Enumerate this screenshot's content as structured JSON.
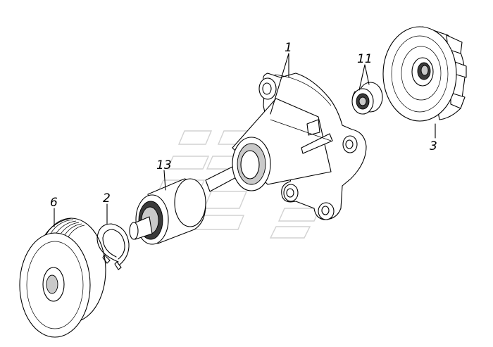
{
  "diagram": {
    "parts": [
      {
        "number": "1",
        "name": "pump-housing"
      },
      {
        "number": "11",
        "name": "seal"
      },
      {
        "number": "3",
        "name": "impeller"
      },
      {
        "number": "13",
        "name": "shaft-bearing"
      },
      {
        "number": "2",
        "name": "retaining-ring"
      },
      {
        "number": "6",
        "name": "pulley"
      }
    ]
  },
  "colors": {
    "line": "#000000",
    "background": "#ffffff",
    "watermark": "#d2d2d2"
  }
}
